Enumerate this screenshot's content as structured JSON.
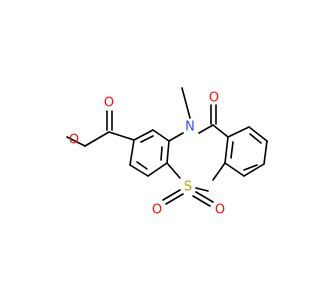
{
  "molecule": {
    "atoms": {
      "O_carbonyl": {
        "text": "O",
        "color": "#ff0d0d"
      },
      "N": {
        "text": "N",
        "color": "#3050f8"
      },
      "methyl_on_N": {
        "text": "CH3-",
        "display": "",
        "color": "#000000"
      },
      "S": {
        "text": "S",
        "color": "#b8a000"
      },
      "O_sulfonyl_1": {
        "text": "O",
        "color": "#ff0d0d"
      },
      "O_sulfonyl_2": {
        "text": "O",
        "color": "#ff0d0d"
      },
      "O_ester_carbonyl": {
        "text": "O",
        "color": "#ff0d0d"
      },
      "O_ester_single": {
        "text": "O",
        "color": "#ff0d0d"
      }
    }
  }
}
